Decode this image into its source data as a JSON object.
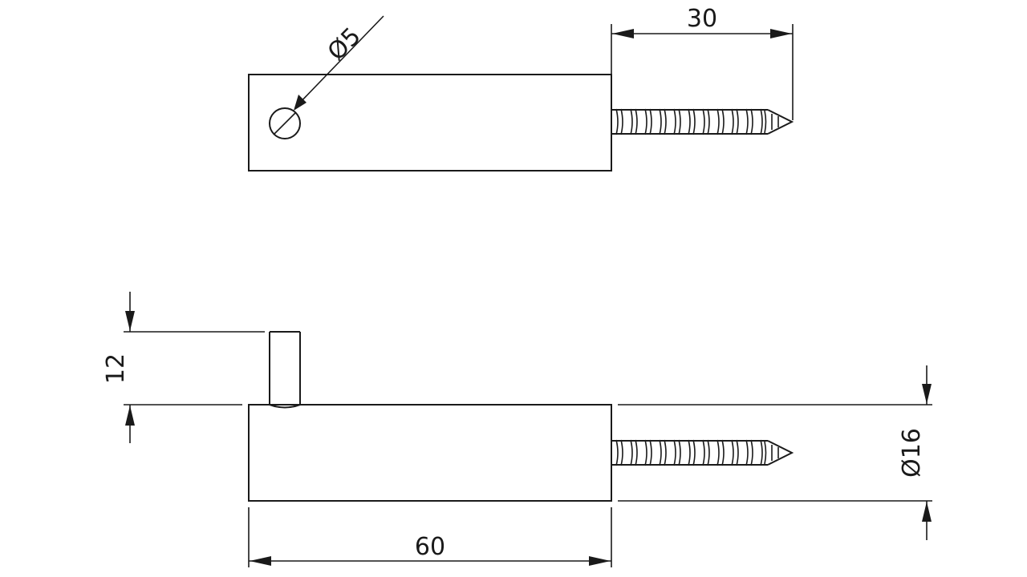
{
  "drawing": {
    "colors": {
      "line": "#1a1a1a",
      "background": "#ffffff"
    },
    "dimensions": {
      "hole_diameter": "Ø5",
      "screw_length": "30",
      "pin_height": "12",
      "body_length": "60",
      "body_diameter": "Ø16"
    }
  }
}
